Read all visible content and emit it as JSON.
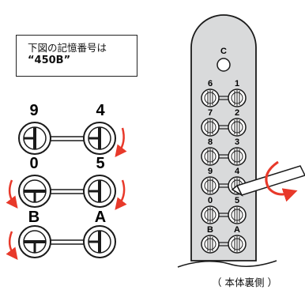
{
  "note": {
    "line1": "下図の記憶番号は",
    "line2": "“450B”"
  },
  "left_diagram": {
    "rows": [
      {
        "left": "9",
        "right": "4"
      },
      {
        "left": "0",
        "right": "5"
      },
      {
        "left": "B",
        "right": "A"
      }
    ]
  },
  "device": {
    "top_label": "C",
    "rows": [
      {
        "left": "6",
        "right": "1"
      },
      {
        "left": "7",
        "right": "2"
      },
      {
        "left": "8",
        "right": "3"
      },
      {
        "left": "9",
        "right": "4"
      },
      {
        "left": "0",
        "right": "5"
      },
      {
        "left": "B",
        "right": "A"
      }
    ]
  },
  "caption": "（ 本体裏側 ）",
  "colors": {
    "arrow": "#e8392a",
    "panel": "#d9dadb",
    "outline": "#1a1a1a"
  }
}
